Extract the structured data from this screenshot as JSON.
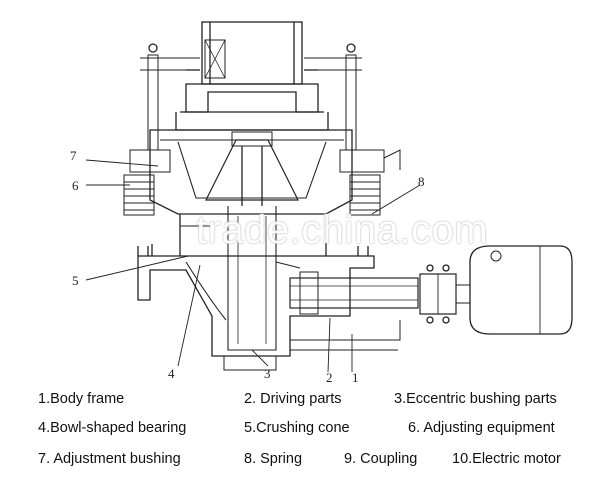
{
  "watermark": "trade.china.com",
  "callouts": [
    "7",
    "6",
    "5",
    "4",
    "3",
    "2",
    "1",
    "8"
  ],
  "legend": [
    "1.Body frame",
    "2. Driving parts",
    "3.Eccentric bushing parts",
    "4.Bowl-shaped bearing",
    "5.Crushing cone",
    "6. Adjusting equipment",
    "7. Adjustment bushing",
    "8. Spring",
    "9. Coupling",
    "10.Electric motor"
  ]
}
